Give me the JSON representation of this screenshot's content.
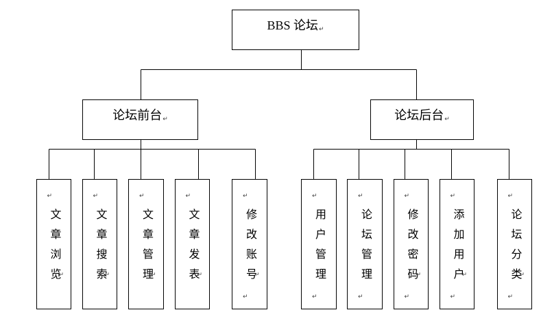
{
  "root": {
    "label": "BBS 论坛",
    "mark": "↵"
  },
  "branches": [
    {
      "label": "论坛前台",
      "mark": "↵",
      "children": [
        {
          "top": "↵",
          "label": "文章浏览",
          "trail": "↵"
        },
        {
          "top": "↵",
          "label": "文章搜索",
          "trail": "↵"
        },
        {
          "top": "↵",
          "label": "文章管理",
          "trail": "↵"
        },
        {
          "top": "↵",
          "label": "文章发表",
          "trail": "↵"
        },
        {
          "top": "↵",
          "label": "修改账号",
          "trail": "↵",
          "after": "↵"
        }
      ]
    },
    {
      "label": "论坛后台",
      "mark": "↵",
      "children": [
        {
          "top": "↵",
          "label": "用户管理",
          "after": "↵"
        },
        {
          "top": "↵",
          "label": "论坛管理",
          "after": "↵"
        },
        {
          "top": "↵",
          "label": "修改密码",
          "trail": "↵",
          "after": "↵"
        },
        {
          "top": "↵",
          "label": "添加用户",
          "trail": "↵",
          "after": "↵"
        },
        {
          "top": "↵",
          "label": "论坛分类",
          "trail": "↵",
          "after": "↵"
        }
      ]
    }
  ],
  "colors": {
    "line": "#000000",
    "border": "#000000",
    "text": "#000000",
    "mark": "#404040",
    "background": "#ffffff"
  }
}
